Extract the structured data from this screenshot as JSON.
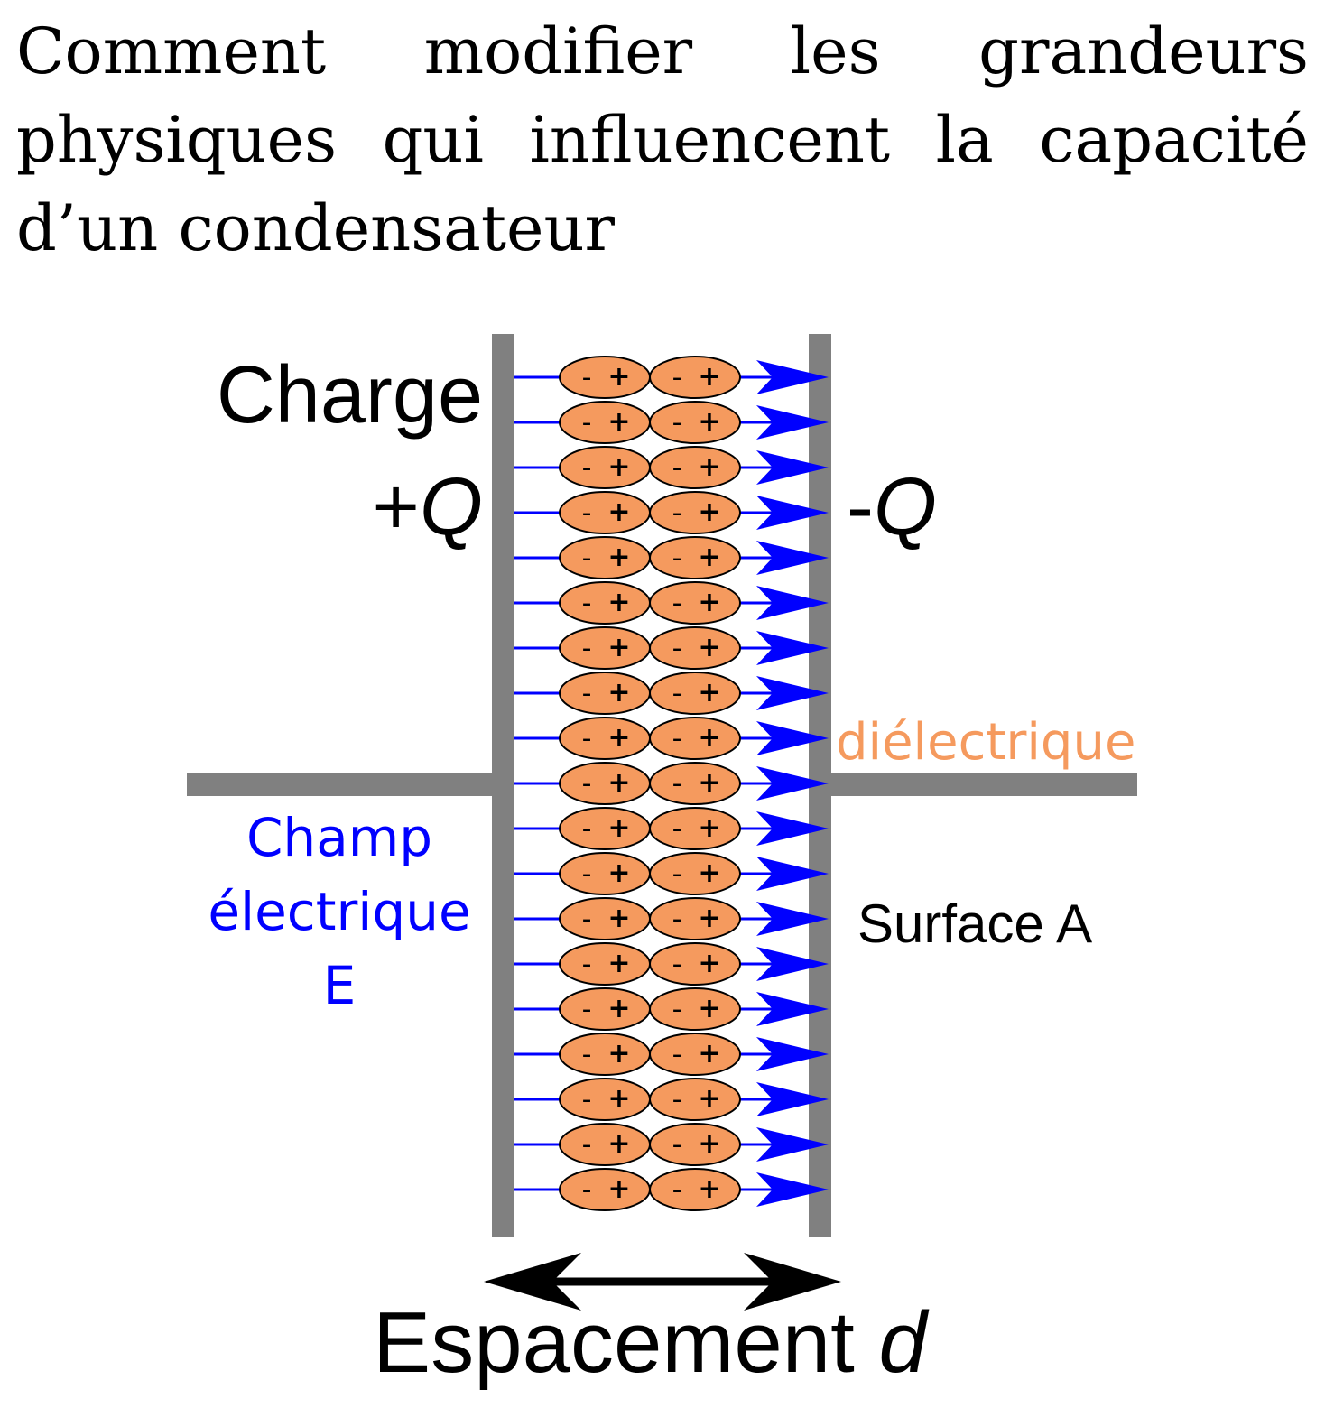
{
  "title": {
    "lines": [
      [
        "Comment",
        "modifier",
        "les",
        "grandeurs"
      ],
      [
        "physiques",
        "qui",
        "influencent",
        "la",
        "capacité"
      ],
      [
        "d’un condensateur"
      ]
    ]
  },
  "diagram": {
    "charge_label": "Charge",
    "plus_q": "+",
    "plus_q_var": "Q",
    "minus_q": "-",
    "minus_q_var": "Q",
    "dielectric_label": "diélectrique",
    "field_label_lines": [
      "Champ",
      "électrique",
      "E"
    ],
    "surface_label": "Surface A",
    "spacing_label": "Espacement ",
    "spacing_var": "d",
    "dipole_minus": "-",
    "dipole_plus": "+",
    "dipole_rows": 19,
    "dipole_columns": 2
  },
  "colors": {
    "plate": "#808080",
    "field": "#0000ff",
    "dipole_fill": "#f59a5e",
    "dielectric_text": "#f59a5e",
    "text": "#000000"
  }
}
